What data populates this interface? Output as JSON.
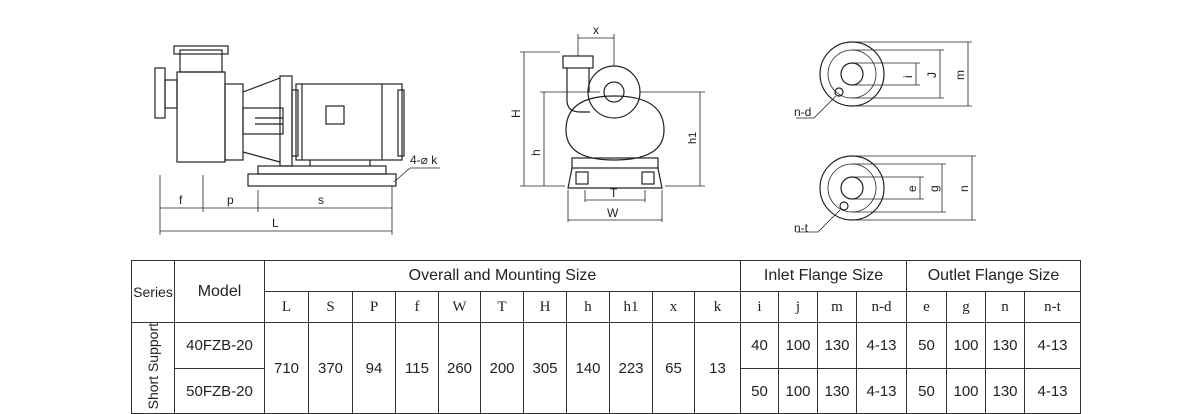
{
  "drawing": {
    "side_view_labels": {
      "bolt_holes": "4-⌀ k",
      "f": "f",
      "p": "p",
      "s": "s",
      "L": "L"
    },
    "front_view_labels": {
      "x": "x",
      "H": "H",
      "h": "h",
      "h1": "h1",
      "T": "T",
      "W": "W"
    },
    "inlet_flange_labels": {
      "n_d": "n-d",
      "i": "i",
      "J": "J",
      "m": "m"
    },
    "outlet_flange_labels": {
      "n_t": "n-t",
      "e": "e",
      "g": "g",
      "n": "n"
    }
  },
  "table": {
    "series_header": "Series",
    "model_header": "Model",
    "overall_header": "Overall and Mounting Size",
    "inlet_header": "Inlet Flange Size",
    "outlet_header": "Outlet Flange Size",
    "overall_columns": [
      "L",
      "S",
      "P",
      "f",
      "W",
      "T",
      "H",
      "h",
      "h1",
      "x",
      "k"
    ],
    "inlet_columns": [
      "i",
      "j",
      "m",
      "n-d"
    ],
    "outlet_columns": [
      "e",
      "g",
      "n",
      "n-t"
    ],
    "series_name": "Short Support",
    "overall_values": [
      "710",
      "370",
      "94",
      "115",
      "260",
      "200",
      "305",
      "140",
      "223",
      "65",
      "13"
    ],
    "rows": [
      {
        "model": "40FZB-20",
        "inlet": [
          "40",
          "100",
          "130",
          "4-13"
        ],
        "outlet": [
          "50",
          "100",
          "130",
          "4-13"
        ]
      },
      {
        "model": "50FZB-20",
        "inlet": [
          "50",
          "100",
          "130",
          "4-13"
        ],
        "outlet": [
          "50",
          "100",
          "130",
          "4-13"
        ]
      }
    ]
  }
}
